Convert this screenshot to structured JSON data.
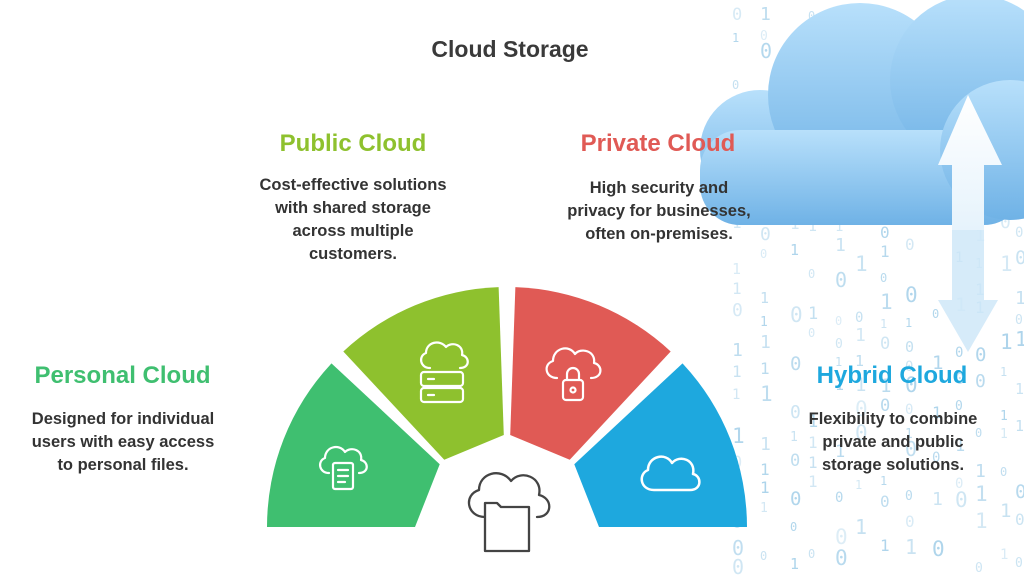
{
  "title": "Cloud Storage",
  "categories": {
    "personal": {
      "title": "Personal Cloud",
      "color": "#3fbf70",
      "description": [
        "Designed for individual",
        "users with easy access",
        "to personal files."
      ],
      "icon": "cloud-document-icon"
    },
    "public": {
      "title": "Public Cloud",
      "color": "#8ec12e",
      "description": [
        "Cost-effective solutions",
        "with shared storage",
        "across multiple",
        "customers."
      ],
      "icon": "cloud-server-icon"
    },
    "private": {
      "title": "Private Cloud",
      "color": "#e05a55",
      "description": [
        "High security and",
        "privacy for businesses,",
        "often on-premises."
      ],
      "icon": "cloud-lock-icon"
    },
    "hybrid": {
      "title": "Hybrid Cloud",
      "color": "#1ea8de",
      "description": [
        "Flexibility to combine",
        "private and public",
        "storage solutions."
      ],
      "icon": "cloud-icon"
    }
  },
  "center_icon": "cloud-folder-icon",
  "background": {
    "image": "cloud-upload-binary-illustration",
    "cloud_color": "#8cc8f0",
    "binary_color": "#9fcde8"
  }
}
